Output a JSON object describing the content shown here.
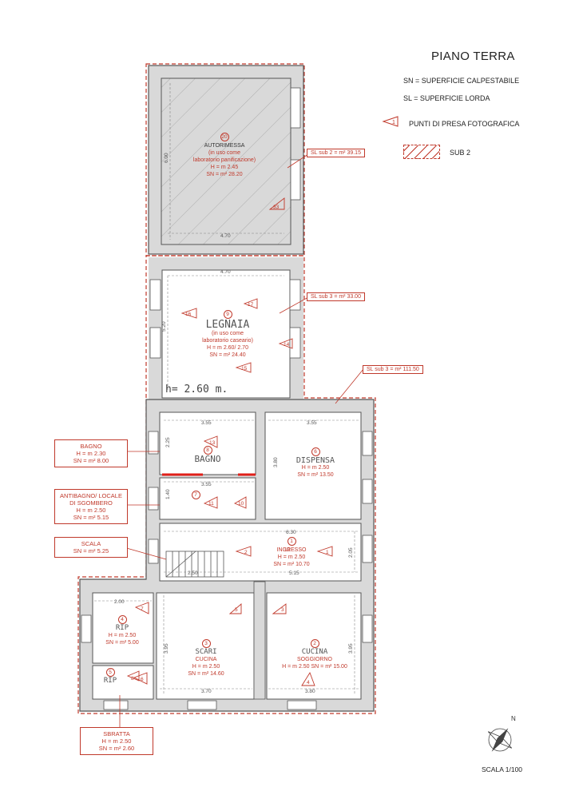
{
  "title": "PIANO TERRA",
  "legend": {
    "sn": "SN = SUPERFICIE CALPESTABILE",
    "sl": "SL = SUPERFICIE LORDA",
    "photo_marker_num": "1",
    "photo": "PUNTI DI PRESA FOTOGRAFICA",
    "sub2": "SUB 2"
  },
  "sl_tags": {
    "sub2": "SL sub 2 = m² 39.15",
    "sub3a": "SL sub 3 = m² 33.00",
    "sub3b": "SL sub 3 = m² 111.50"
  },
  "rooms": {
    "autorimessa": {
      "num": "20",
      "name": "AUTORIMESSA",
      "note1": "(in uso come",
      "note2": "laboratorio panificazione)",
      "h": "H = m 2.45",
      "sn": "SN = m² 28.20"
    },
    "legnaia": {
      "num": "9",
      "hand": "LEGNAIA",
      "note1": "(in uso come",
      "note2": "laboratorio caseario)",
      "h": "H = m 2.60/ 2.70",
      "sn": "SN = m² 24.40",
      "hand_h": "h= 2.60 m."
    },
    "bagno": {
      "num": "8",
      "hand": "BAGNO"
    },
    "dispensa": {
      "num": "6",
      "hand": "DISPENSA",
      "h": "H = m 2.50",
      "sn": "SN = m² 13.50"
    },
    "antibagno": {
      "num": "7"
    },
    "ingresso": {
      "num": "1",
      "name": "INGRESSO",
      "h": "H = m 2.50",
      "sn": "SN = m² 10.70"
    },
    "rip": {
      "num": "4",
      "hand": "RIP",
      "h": "H = m 2.50",
      "sn": "SN = m² 5.00"
    },
    "cucina": {
      "num": "3",
      "hand": "SCARI",
      "name": "CUCINA",
      "h": "H = m 2.50",
      "sn": "SN = m² 14.60"
    },
    "soggiorno": {
      "num": "2",
      "hand": "CUCINA",
      "name": "SOGGIORNO",
      "line": "H = m 2.50 SN = m² 15.00"
    },
    "sbratta": {
      "num": "5",
      "hand": "RIP"
    }
  },
  "callouts": {
    "bagno": [
      "BAGNO",
      "H = m 2.30",
      "SN = m² 8.00"
    ],
    "antibagno": [
      "ANTIBAGNO/ LOCALE",
      "DI SGOMBERO",
      "H = m 2.50",
      "SN = m² 5.15"
    ],
    "scala": [
      "SCALA",
      "SN = m² 5.25"
    ],
    "sbratta": [
      "SBRATTA",
      "H = m 2.50",
      "SN = m² 2.60"
    ]
  },
  "dims": {
    "auto_w": "4.70",
    "auto_h": "6.00",
    "leg_w": "4.70",
    "leg_h": "5.20",
    "bagno_w": "3.55",
    "disp_w": "3.55",
    "bagno_h": "2.25",
    "disp_h": "3.80",
    "anti_w": "3.55",
    "anti_h": "1.40",
    "ingr_w": "6.30",
    "ingr_h": "2.05",
    "ingr_w2": "5.15",
    "scala_w": "2.50",
    "rip_w": "2.00",
    "cuc_h": "3.95",
    "cuc_w": "3.70",
    "sogg_w": "3.80",
    "sogg_h": "3.95"
  },
  "photo_points": [
    "1",
    "2",
    "3",
    "4",
    "5",
    "6",
    "7",
    "8",
    "10",
    "11",
    "12",
    "13",
    "14",
    "15",
    "16",
    "17",
    "33"
  ],
  "compass_label": "N",
  "scale": "SCALA 1/100",
  "colors": {
    "accent": "#c0392b",
    "wall": "#555555"
  }
}
